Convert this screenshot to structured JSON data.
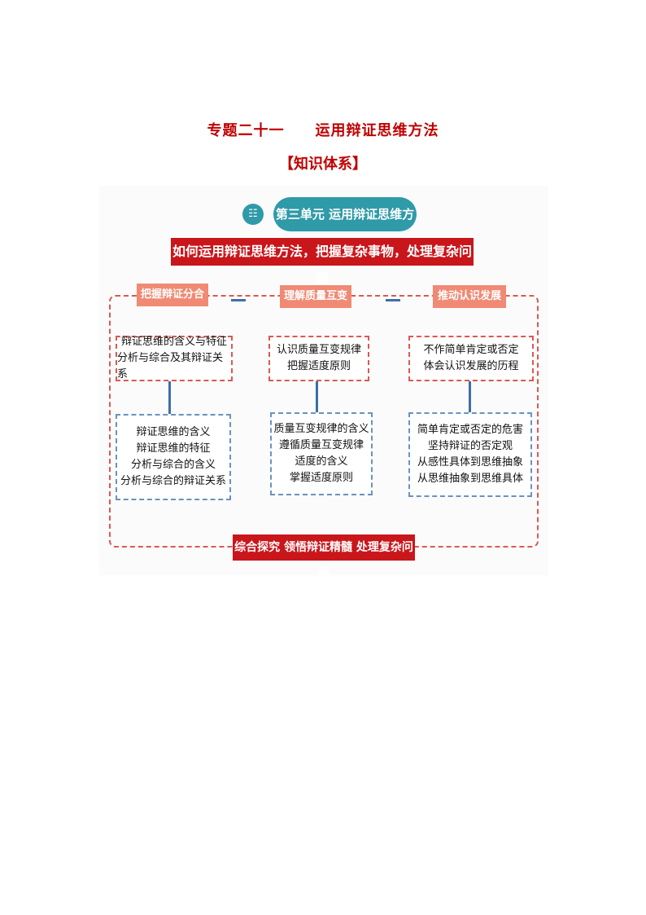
{
  "document": {
    "title_left": "专题二十一",
    "title_right": "运用辩证思维方法",
    "subtitle": "【知识体系】"
  },
  "diagram": {
    "unit_title": "第三单元 运用辩证思维方法",
    "main_question": "如何运用辩证思维方法，把握复杂事物，处理复杂问题",
    "columns": [
      {
        "heading": "把握辩证分合",
        "summary": [
          "辩证思维的含义与特征",
          "分析与综合及其辩证关系"
        ],
        "details": [
          "辩证思维的含义",
          "辩证思维的特征",
          "分析与综合的含义",
          "分析与综合的辩证关系"
        ]
      },
      {
        "heading": "理解质量互变",
        "summary": [
          "认识质量互变规律",
          "把握适度原则"
        ],
        "details": [
          "质量互变规律的含义",
          "遵循质量互变规律",
          "适度的含义",
          "掌握适度原则"
        ]
      },
      {
        "heading": "推动认识发展",
        "summary": [
          "不作简单肯定或否定",
          "体会认识发展的历程"
        ],
        "details": [
          "简单肯定或否定的危害",
          "坚持辩证的否定观",
          "从感性具体到思维抽象",
          "从思维抽象到思维具体"
        ]
      }
    ],
    "bottom_banner": "综合探究 领悟辩证精髓 处理复杂问题",
    "colors": {
      "title_red": "#c00000",
      "teal": "#2f9aa8",
      "banner_red": "#c9161b",
      "salmon": "#f08a74",
      "dash_red": "#d95a53",
      "connector_blue": "#3d6fa8",
      "dash_blue": "#6a93bf"
    },
    "icons": {
      "unit_icon": "book-icon"
    }
  }
}
